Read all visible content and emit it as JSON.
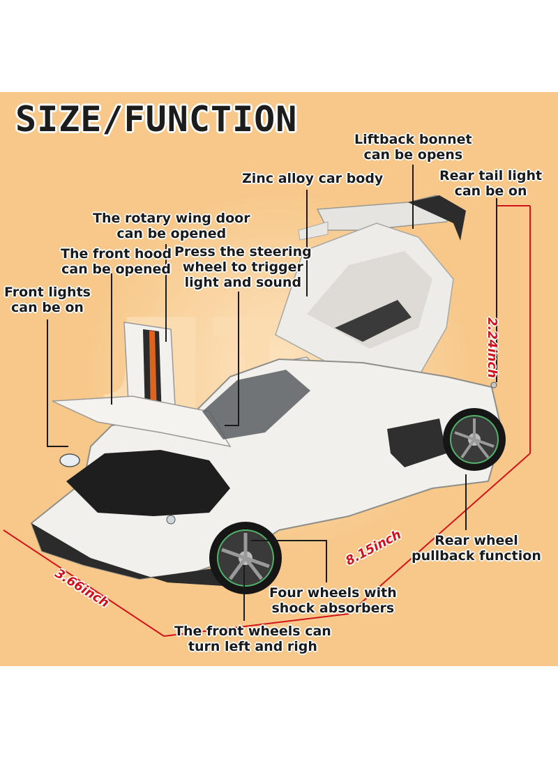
{
  "title": "SIZE/FUNCTION",
  "callouts": {
    "liftback": [
      "Liftback bonnet",
      "can be opens"
    ],
    "zinc": [
      "Zinc alloy car body"
    ],
    "tail_light": [
      "Rear tail light",
      "can be on"
    ],
    "rotary_door": [
      "The rotary wing door",
      "can be opened"
    ],
    "front_hood": [
      "The front hood",
      "can be opened"
    ],
    "steering": [
      "Press the steering",
      "wheel to trigger",
      "light and sound"
    ],
    "front_lights": [
      "Front lights",
      "can be on"
    ],
    "rear_wheel": [
      "Rear wheel",
      "pullback function"
    ],
    "four_wheels": [
      "Four wheels with",
      "shock absorbers"
    ],
    "front_wheels": [
      "The front wheels can",
      "turn left and righ"
    ]
  },
  "dimensions": {
    "height": "2.24inch",
    "length": "8.15inch",
    "width": "3.66inch"
  },
  "colors": {
    "background": "#f7c88a",
    "dimension": "#d0121b",
    "car_body": "#f2f0ec"
  }
}
